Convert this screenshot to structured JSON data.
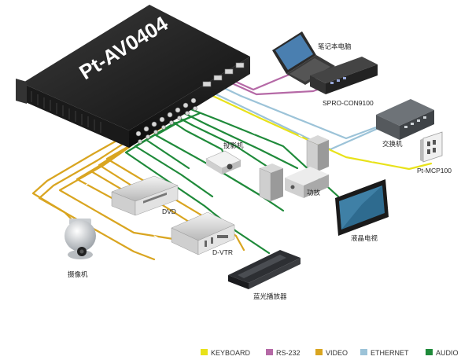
{
  "device": {
    "model": "Pt-AV0404"
  },
  "nodes": {
    "laptop": "笔记本电脑",
    "spro": "SPRO-CON9100",
    "switch": "交换机",
    "mcp": "Pt-MCP100",
    "projector": "投影机",
    "amplifier": "功放",
    "lcd_tv": "液晶电视",
    "dvd": "DVD",
    "dvtr": "D-VTR",
    "bluray": "蓝光播放器",
    "camera": "摄像机"
  },
  "legend": [
    {
      "label": "KEYBOARD",
      "color": "#e8e21a"
    },
    {
      "label": "RS-232",
      "color": "#b569a6"
    },
    {
      "label": "VIDEO",
      "color": "#d9a520"
    },
    {
      "label": "ETHERNET",
      "color": "#9cc3d8"
    },
    {
      "label": "AUDIO",
      "color": "#1f8a3a"
    }
  ]
}
